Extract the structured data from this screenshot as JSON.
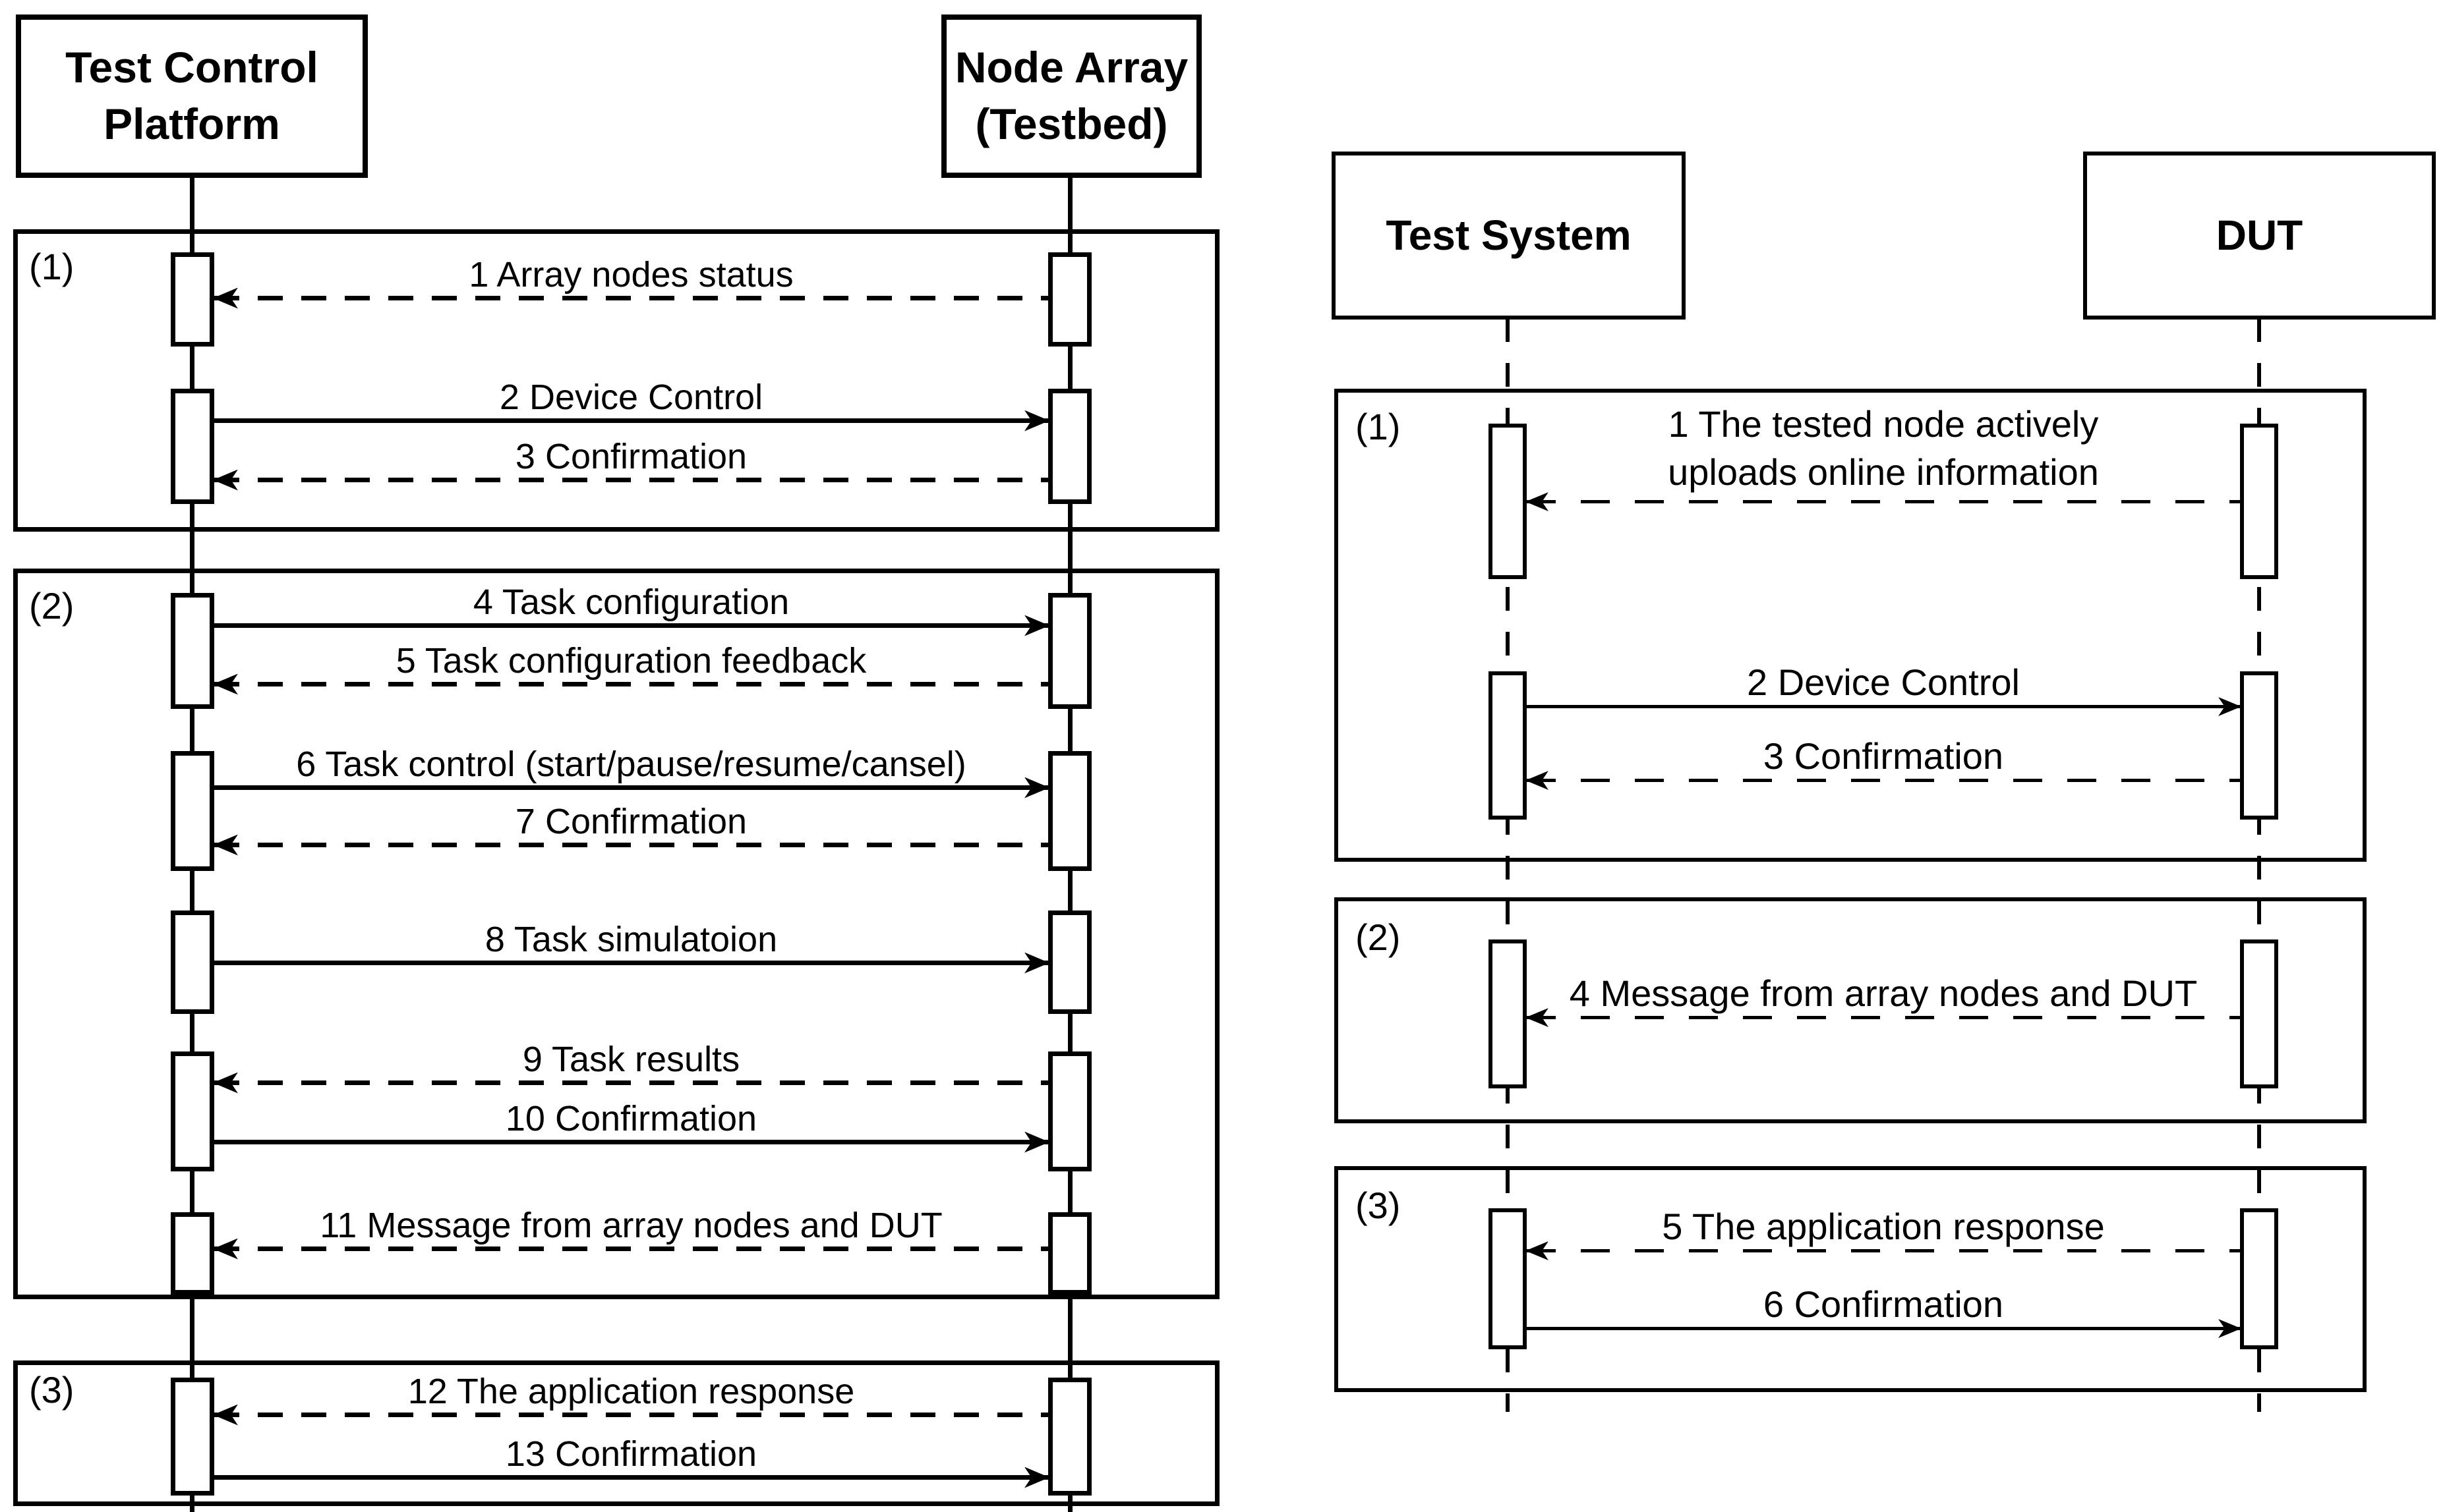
{
  "colors": {
    "ink": "#000000",
    "paper": "#ffffff"
  },
  "left": {
    "actors": [
      {
        "name": "Test Control Platform"
      },
      {
        "name": "Node Array (Testbed)"
      }
    ],
    "frames": [
      {
        "label": "(1)"
      },
      {
        "label": "(2)"
      },
      {
        "label": "(3)"
      }
    ],
    "messages": [
      {
        "label": "1 Array nodes status",
        "style": "dashed",
        "direction": "left"
      },
      {
        "label": "2 Device Control",
        "style": "solid",
        "direction": "right"
      },
      {
        "label": "3 Confirmation",
        "style": "dashed",
        "direction": "left"
      },
      {
        "label": "4 Task configuration",
        "style": "solid",
        "direction": "right"
      },
      {
        "label": "5 Task configuration feedback",
        "style": "dashed",
        "direction": "left"
      },
      {
        "label": "6 Task control (start/pause/resume/cansel)",
        "style": "solid",
        "direction": "right"
      },
      {
        "label": "7 Confirmation",
        "style": "dashed",
        "direction": "left"
      },
      {
        "label": "8 Task simulatoion",
        "style": "solid",
        "direction": "right"
      },
      {
        "label": "9 Task results",
        "style": "dashed",
        "direction": "left"
      },
      {
        "label": "10 Confirmation",
        "style": "solid",
        "direction": "right"
      },
      {
        "label": "11 Message from array nodes and DUT",
        "style": "dashed",
        "direction": "left"
      },
      {
        "label": "12 The application response",
        "style": "dashed",
        "direction": "left"
      },
      {
        "label": "13 Confirmation",
        "style": "solid",
        "direction": "right"
      }
    ]
  },
  "right": {
    "actors": [
      {
        "name": "Test System"
      },
      {
        "name": "DUT"
      }
    ],
    "frames": [
      {
        "label": "(1)"
      },
      {
        "label": "(2)"
      },
      {
        "label": "(3)"
      }
    ],
    "messages": [
      {
        "label": "1 The tested node actively uploads online information",
        "style": "dashed",
        "direction": "left"
      },
      {
        "label": "2 Device Control",
        "style": "solid",
        "direction": "right"
      },
      {
        "label": "3 Confirmation",
        "style": "dashed",
        "direction": "left"
      },
      {
        "label": "4 Message from array nodes and DUT",
        "style": "dashed",
        "direction": "left"
      },
      {
        "label": "5 The application response",
        "style": "dashed",
        "direction": "left"
      },
      {
        "label": "6 Confirmation",
        "style": "solid",
        "direction": "right"
      }
    ]
  }
}
